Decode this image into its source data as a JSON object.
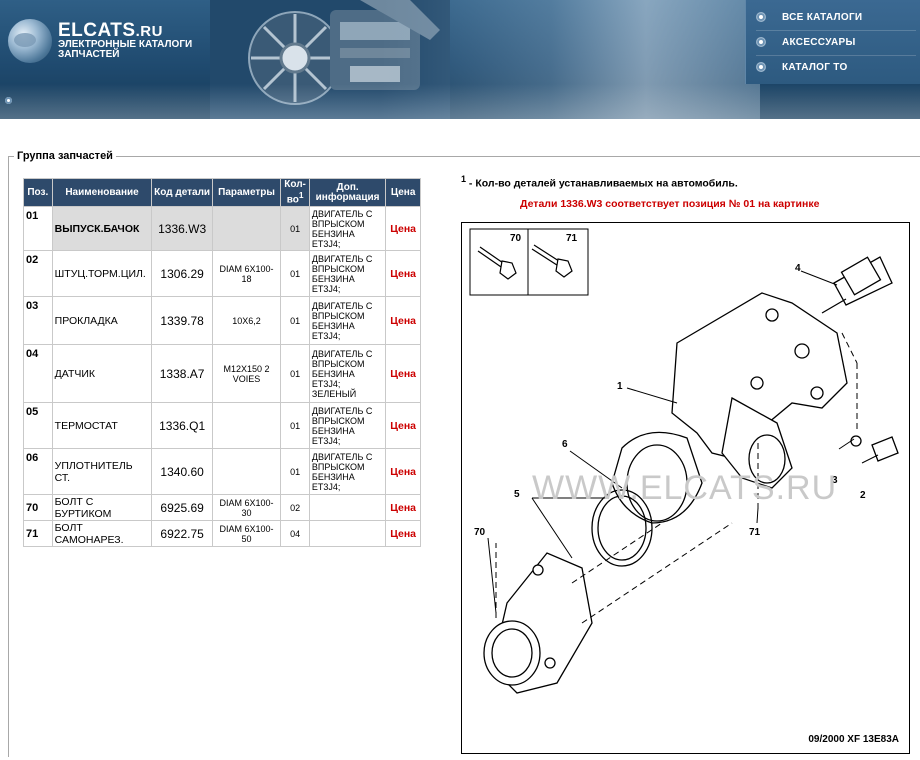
{
  "header": {
    "brand": "ELCATS",
    "brand_tld": ".RU",
    "subtitle_1": "ЭЛЕКТРОННЫЕ КАТАЛОГИ",
    "subtitle_2": "ЗАПЧАСТЕЙ",
    "nav": [
      "ВСЕ КАТАЛОГИ",
      "АКСЕССУАРЫ",
      "КАТАЛОГ ТО"
    ]
  },
  "group": {
    "legend": "Группа запчастей"
  },
  "table": {
    "headers": {
      "pos": "Поз.",
      "name": "Наименование",
      "code": "Код детали",
      "params": "Параметры",
      "qty": "Кол-во",
      "qty_sup": "1",
      "info": "Доп. информация",
      "price": "Цена"
    },
    "rows": [
      {
        "pos": "01",
        "name": "ВЫПУСК.БАЧОК",
        "code": "1336.W3",
        "params": "",
        "qty": "01",
        "info": "ДВИГАТЕЛЬ С ВПРЫСКОМ БЕНЗИНА ET3J4;",
        "price": "Цена"
      },
      {
        "pos": "02",
        "name": "ШТУЦ.ТОРМ.ЦИЛ.",
        "code": "1306.29",
        "params": "DIAM 6X100-18",
        "qty": "01",
        "info": "ДВИГАТЕЛЬ С ВПРЫСКОМ БЕНЗИНА ET3J4;",
        "price": "Цена"
      },
      {
        "pos": "03",
        "name": "ПРОКЛАДКА",
        "code": "1339.78",
        "params": "10X6,2",
        "qty": "01",
        "info": "ДВИГАТЕЛЬ С ВПРЫСКОМ БЕНЗИНА ET3J4;",
        "price": "Цена"
      },
      {
        "pos": "04",
        "name": "ДАТЧИК",
        "code": "1338.A7",
        "params": "M12X150 2 VOIES",
        "qty": "01",
        "info": "ДВИГАТЕЛЬ С ВПРЫСКОМ БЕНЗИНА ET3J4; ЗЕЛЕНЫЙ",
        "price": "Цена"
      },
      {
        "pos": "05",
        "name": "ТЕРМОСТАТ",
        "code": "1336.Q1",
        "params": "",
        "qty": "01",
        "info": "ДВИГАТЕЛЬ С ВПРЫСКОМ БЕНЗИНА ET3J4;",
        "price": "Цена"
      },
      {
        "pos": "06",
        "name": "УПЛОТНИТЕЛЬ СТ.",
        "code": "1340.60",
        "params": "",
        "qty": "01",
        "info": "ДВИГАТЕЛЬ С ВПРЫСКОМ БЕНЗИНА ET3J4;",
        "price": "Цена"
      },
      {
        "pos": "70",
        "name": "БОЛТ С БУРТИКОМ",
        "code": "6925.69",
        "params": "DIAM 6X100-30",
        "qty": "02",
        "info": "",
        "price": "Цена"
      },
      {
        "pos": "71",
        "name": "БОЛТ САМОНАРЕЗ.",
        "code": "6922.75",
        "params": "DIAM 6X100-50",
        "qty": "04",
        "info": "",
        "price": "Цена"
      }
    ]
  },
  "note": {
    "sup": "1",
    "text": " - Кол-во деталей устанавливаемых на автомобиль."
  },
  "match_text": "Детали 1336.W3 соответствует позиция № 01 на картинке",
  "diagram": {
    "watermark": "WWW.ELCATS.RU",
    "code": "09/2000  XF 13E83A",
    "labels": [
      "70",
      "71",
      "4",
      "1",
      "6",
      "5",
      "3",
      "2",
      "71",
      "70"
    ]
  },
  "colors": {
    "header_bg": "#1f4a6f",
    "table_header": "#2e4a6b",
    "price_red": "#cc0000",
    "selected_row": "#dcdcdc"
  }
}
